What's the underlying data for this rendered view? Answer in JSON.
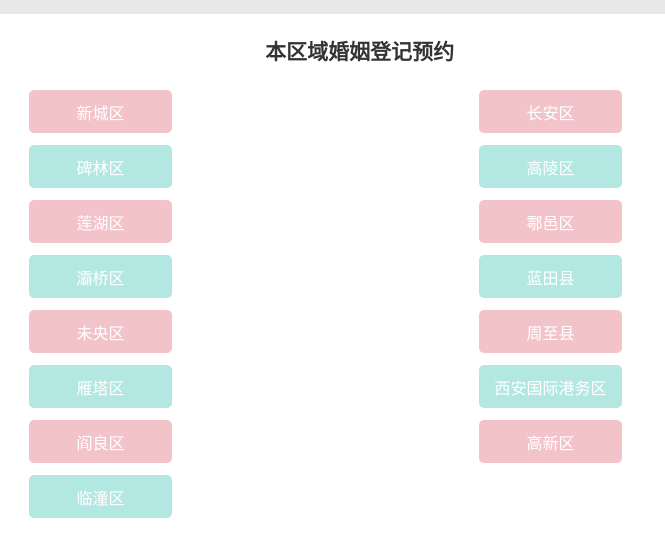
{
  "title": "本区域婚姻登记预约",
  "colors": {
    "pink": "#f2c4ca",
    "teal": "#b3e7e2"
  },
  "left": [
    "新城区",
    "碑林区",
    "莲湖区",
    "灞桥区",
    "未央区",
    "雁塔区",
    "阎良区",
    "临潼区"
  ],
  "right": [
    "长安区",
    "高陵区",
    "鄠邑区",
    "蓝田县",
    "周至县",
    "西安国际港务区",
    "高新区"
  ]
}
